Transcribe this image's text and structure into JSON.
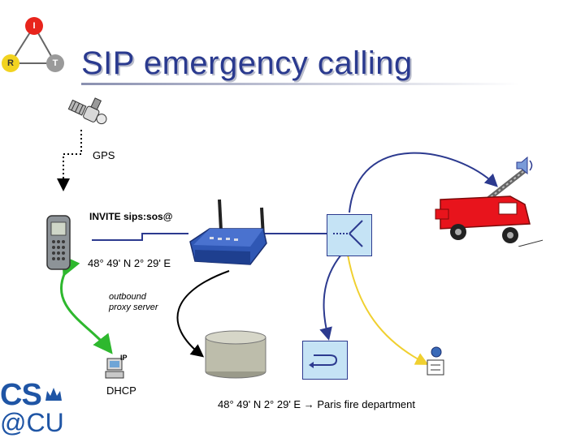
{
  "title": "SIP emergency calling",
  "rit": {
    "r": "R",
    "i": "I",
    "t": "T"
  },
  "labels": {
    "gps": "GPS",
    "invite": "INVITE sips:sos@",
    "coords": "48° 49' N 2° 29' E",
    "proxy_line1": "outbound",
    "proxy_line2": "proxy server",
    "dhcp": "DHCP",
    "ip_tag": "IP",
    "dest_coords": "48° 49' N 2° 29' E",
    "arrow_glyph": "→",
    "dest_name": "Paris fire department"
  },
  "logo": {
    "line1": "CS",
    "line2": "@CU"
  },
  "colors": {
    "title": "#2a3a8f",
    "node_red": "#e8241c",
    "node_yellow": "#f2d320",
    "node_gray": "#9a9a9a",
    "blue_arrow": "#2c3a8f",
    "green_arrow": "#2eb82e",
    "yellow_arrow": "#f0d030",
    "logo_blue": "#1f55a5"
  }
}
